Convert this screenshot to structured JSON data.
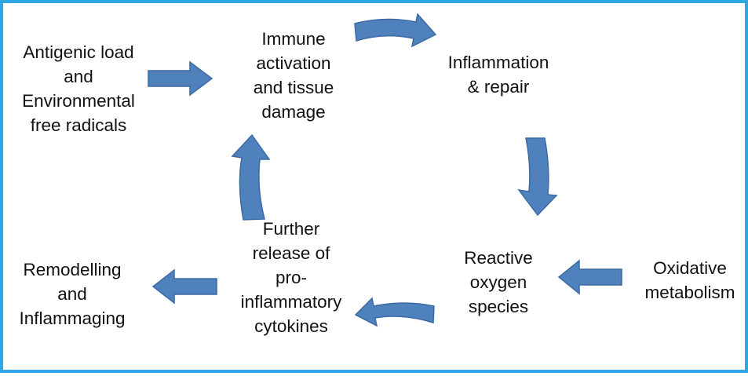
{
  "nodes": {
    "antigenic": {
      "lines": [
        "Antigenic load",
        "and",
        "Environmental",
        "free radicals"
      ]
    },
    "immune": {
      "lines": [
        "Immune",
        "activation",
        "and tissue",
        "damage"
      ]
    },
    "inflammation": {
      "lines": [
        "Inflammation",
        "& repair"
      ]
    },
    "ros": {
      "lines": [
        "Reactive",
        "oxygen",
        "species"
      ]
    },
    "oxidative": {
      "lines": [
        "Oxidative",
        "metabolism"
      ]
    },
    "cytokines": {
      "lines": [
        "Further",
        "release of",
        "pro-",
        "inflammatory",
        "cytokines"
      ]
    },
    "remodelling": {
      "lines": [
        "Remodelling",
        "and",
        "Inflammaging"
      ]
    }
  },
  "colors": {
    "border": "#2fa6e6",
    "arrow_fill": "#4f81bd",
    "text": "#111111"
  }
}
